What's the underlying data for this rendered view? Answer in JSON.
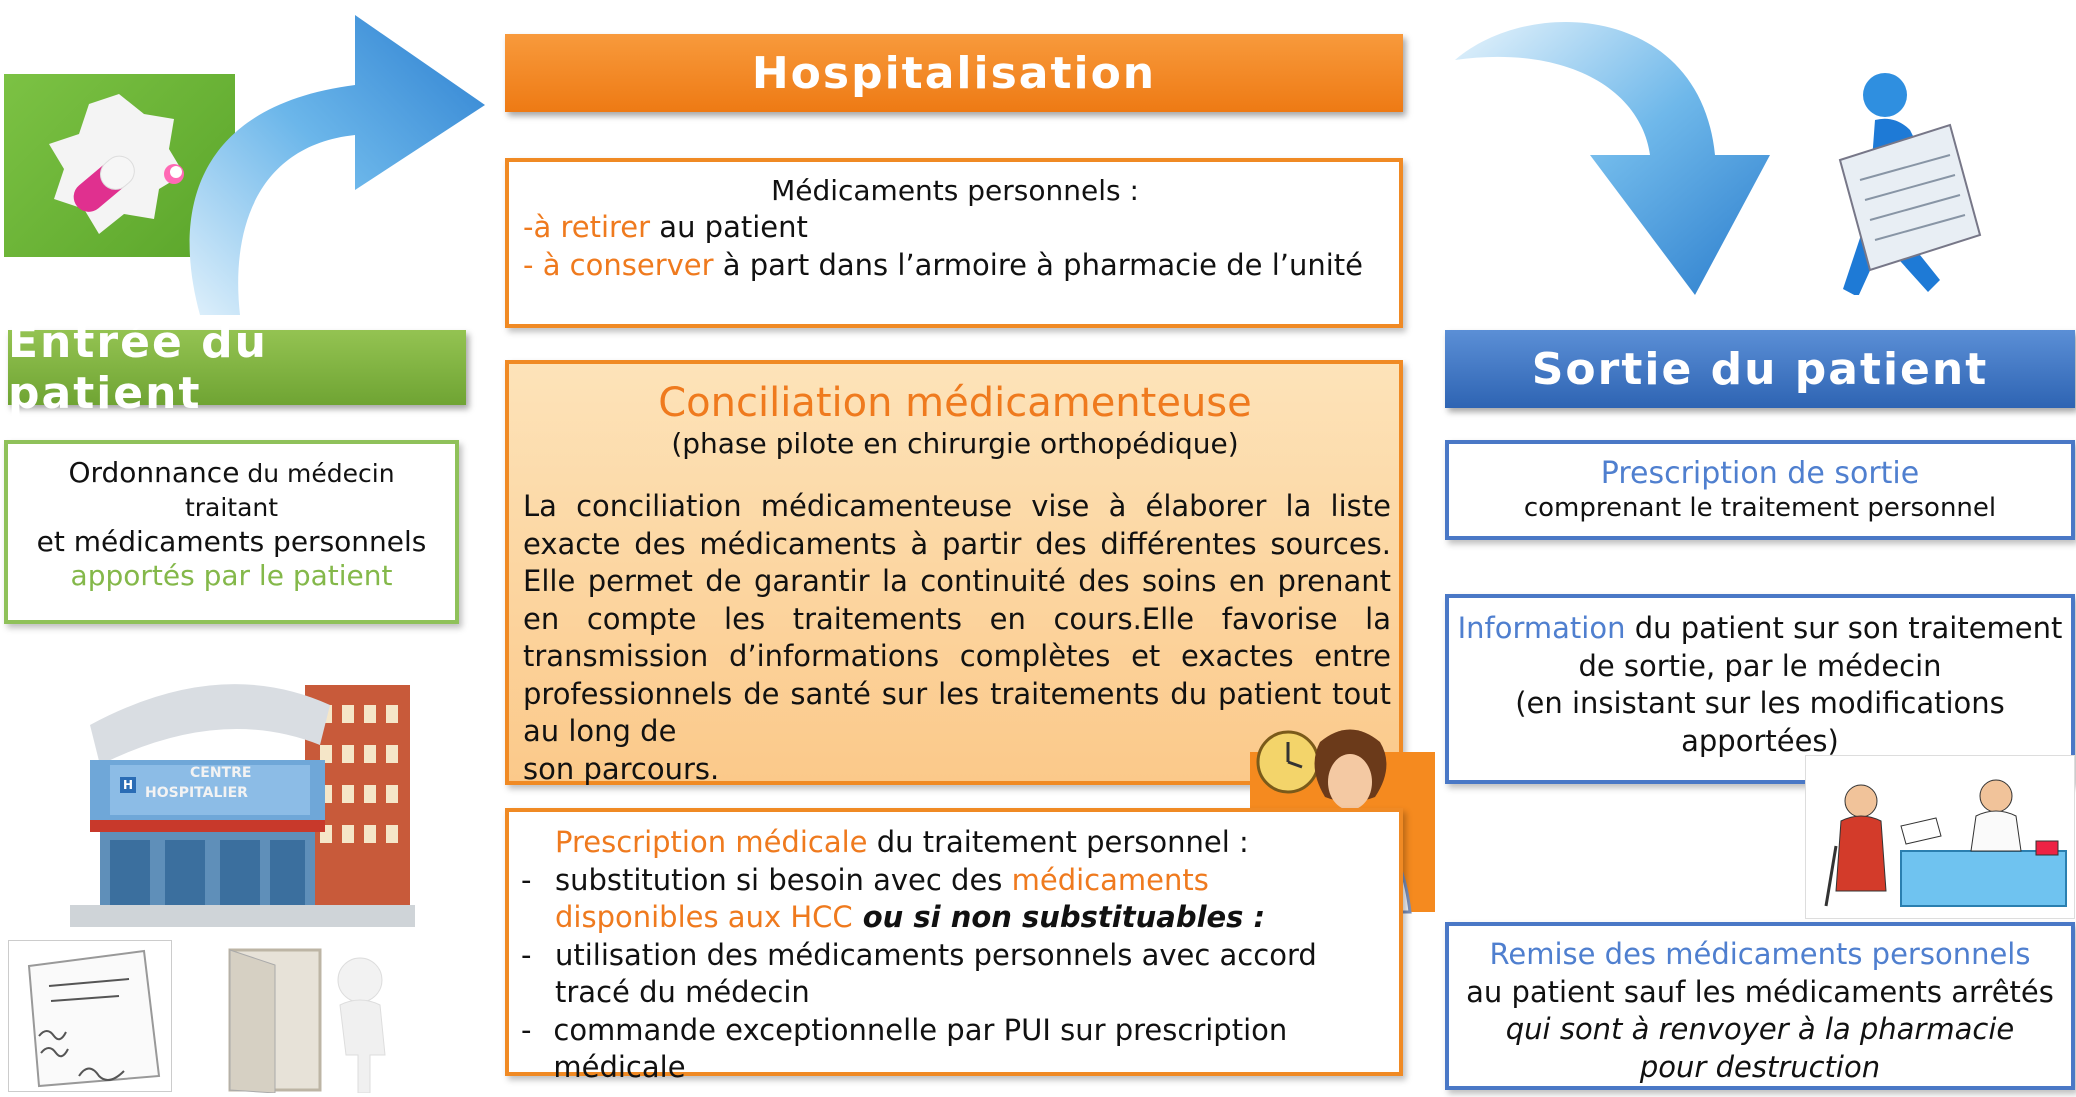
{
  "headers": {
    "hospitalisation": "Hospitalisation",
    "entree": "Entrée du patient",
    "sortie": "Sortie du patient"
  },
  "entree_box": {
    "line1": "Ordonnance",
    "line1b": " du médecin",
    "line2": "traitant",
    "line3": "et médicaments personnels",
    "line4": "apportés par le patient"
  },
  "medicaments_box": {
    "title": "Médicaments personnels :",
    "item1_prefix": "-",
    "item1_highlight": "à retirer",
    "item1_rest": " au patient",
    "item2_prefix": "- ",
    "item2_highlight": "à conserver",
    "item2_rest": " à part dans l’armoire à pharmacie de l’unité"
  },
  "conciliation_box": {
    "title": "Conciliation médicamenteuse",
    "subtitle": "(phase pilote en chirurgie orthopédique)",
    "body": "La conciliation médicamenteuse vise à élaborer la liste exacte des médicaments à partir des différentes sources. Elle permet de garantir la continuité des soins en prenant en compte les traitements en cours.Elle favorise la transmission d’informations complètes et exactes entre professionnels de santé sur les traitements du patient tout au long de",
    "body_end": "son parcours."
  },
  "prescription_box": {
    "title_highlight": "Prescription médicale",
    "title_rest": " du traitement personnel :",
    "item1_text": "substitution si besoin avec des ",
    "item1_highlight": "médicaments",
    "item1_highlight2": "disponibles aux HCC",
    "item1_emph": " ou si non substituables :",
    "item2_line1": "utilisation des médicaments personnels avec accord",
    "item2_line2": "tracé du médecin",
    "item3": "commande exceptionnelle par PUI sur prescription médicale",
    "dash": "-"
  },
  "sortie_box1": {
    "title": "Prescription de sortie",
    "body": "comprenant le traitement personnel"
  },
  "sortie_box2": {
    "highlight": "Information",
    "line1_rest": " du patient sur son traitement",
    "line2": "de sortie, par le médecin",
    "line3": "(en insistant sur les modifications",
    "line4": "apportées)"
  },
  "sortie_box3": {
    "title": "Remise des médicaments personnels",
    "line2": "au patient sauf les médicaments arrêtés",
    "line3": "qui sont à renvoyer à la pharmacie",
    "line4": "pour destruction"
  },
  "hospital_sign": {
    "line1": "CENTRE",
    "line2": "HOSPITALIER",
    "h": "H"
  },
  "colors": {
    "orange": "#ef7a1e",
    "green": "#84b84a",
    "blue": "#4f7fcf"
  }
}
